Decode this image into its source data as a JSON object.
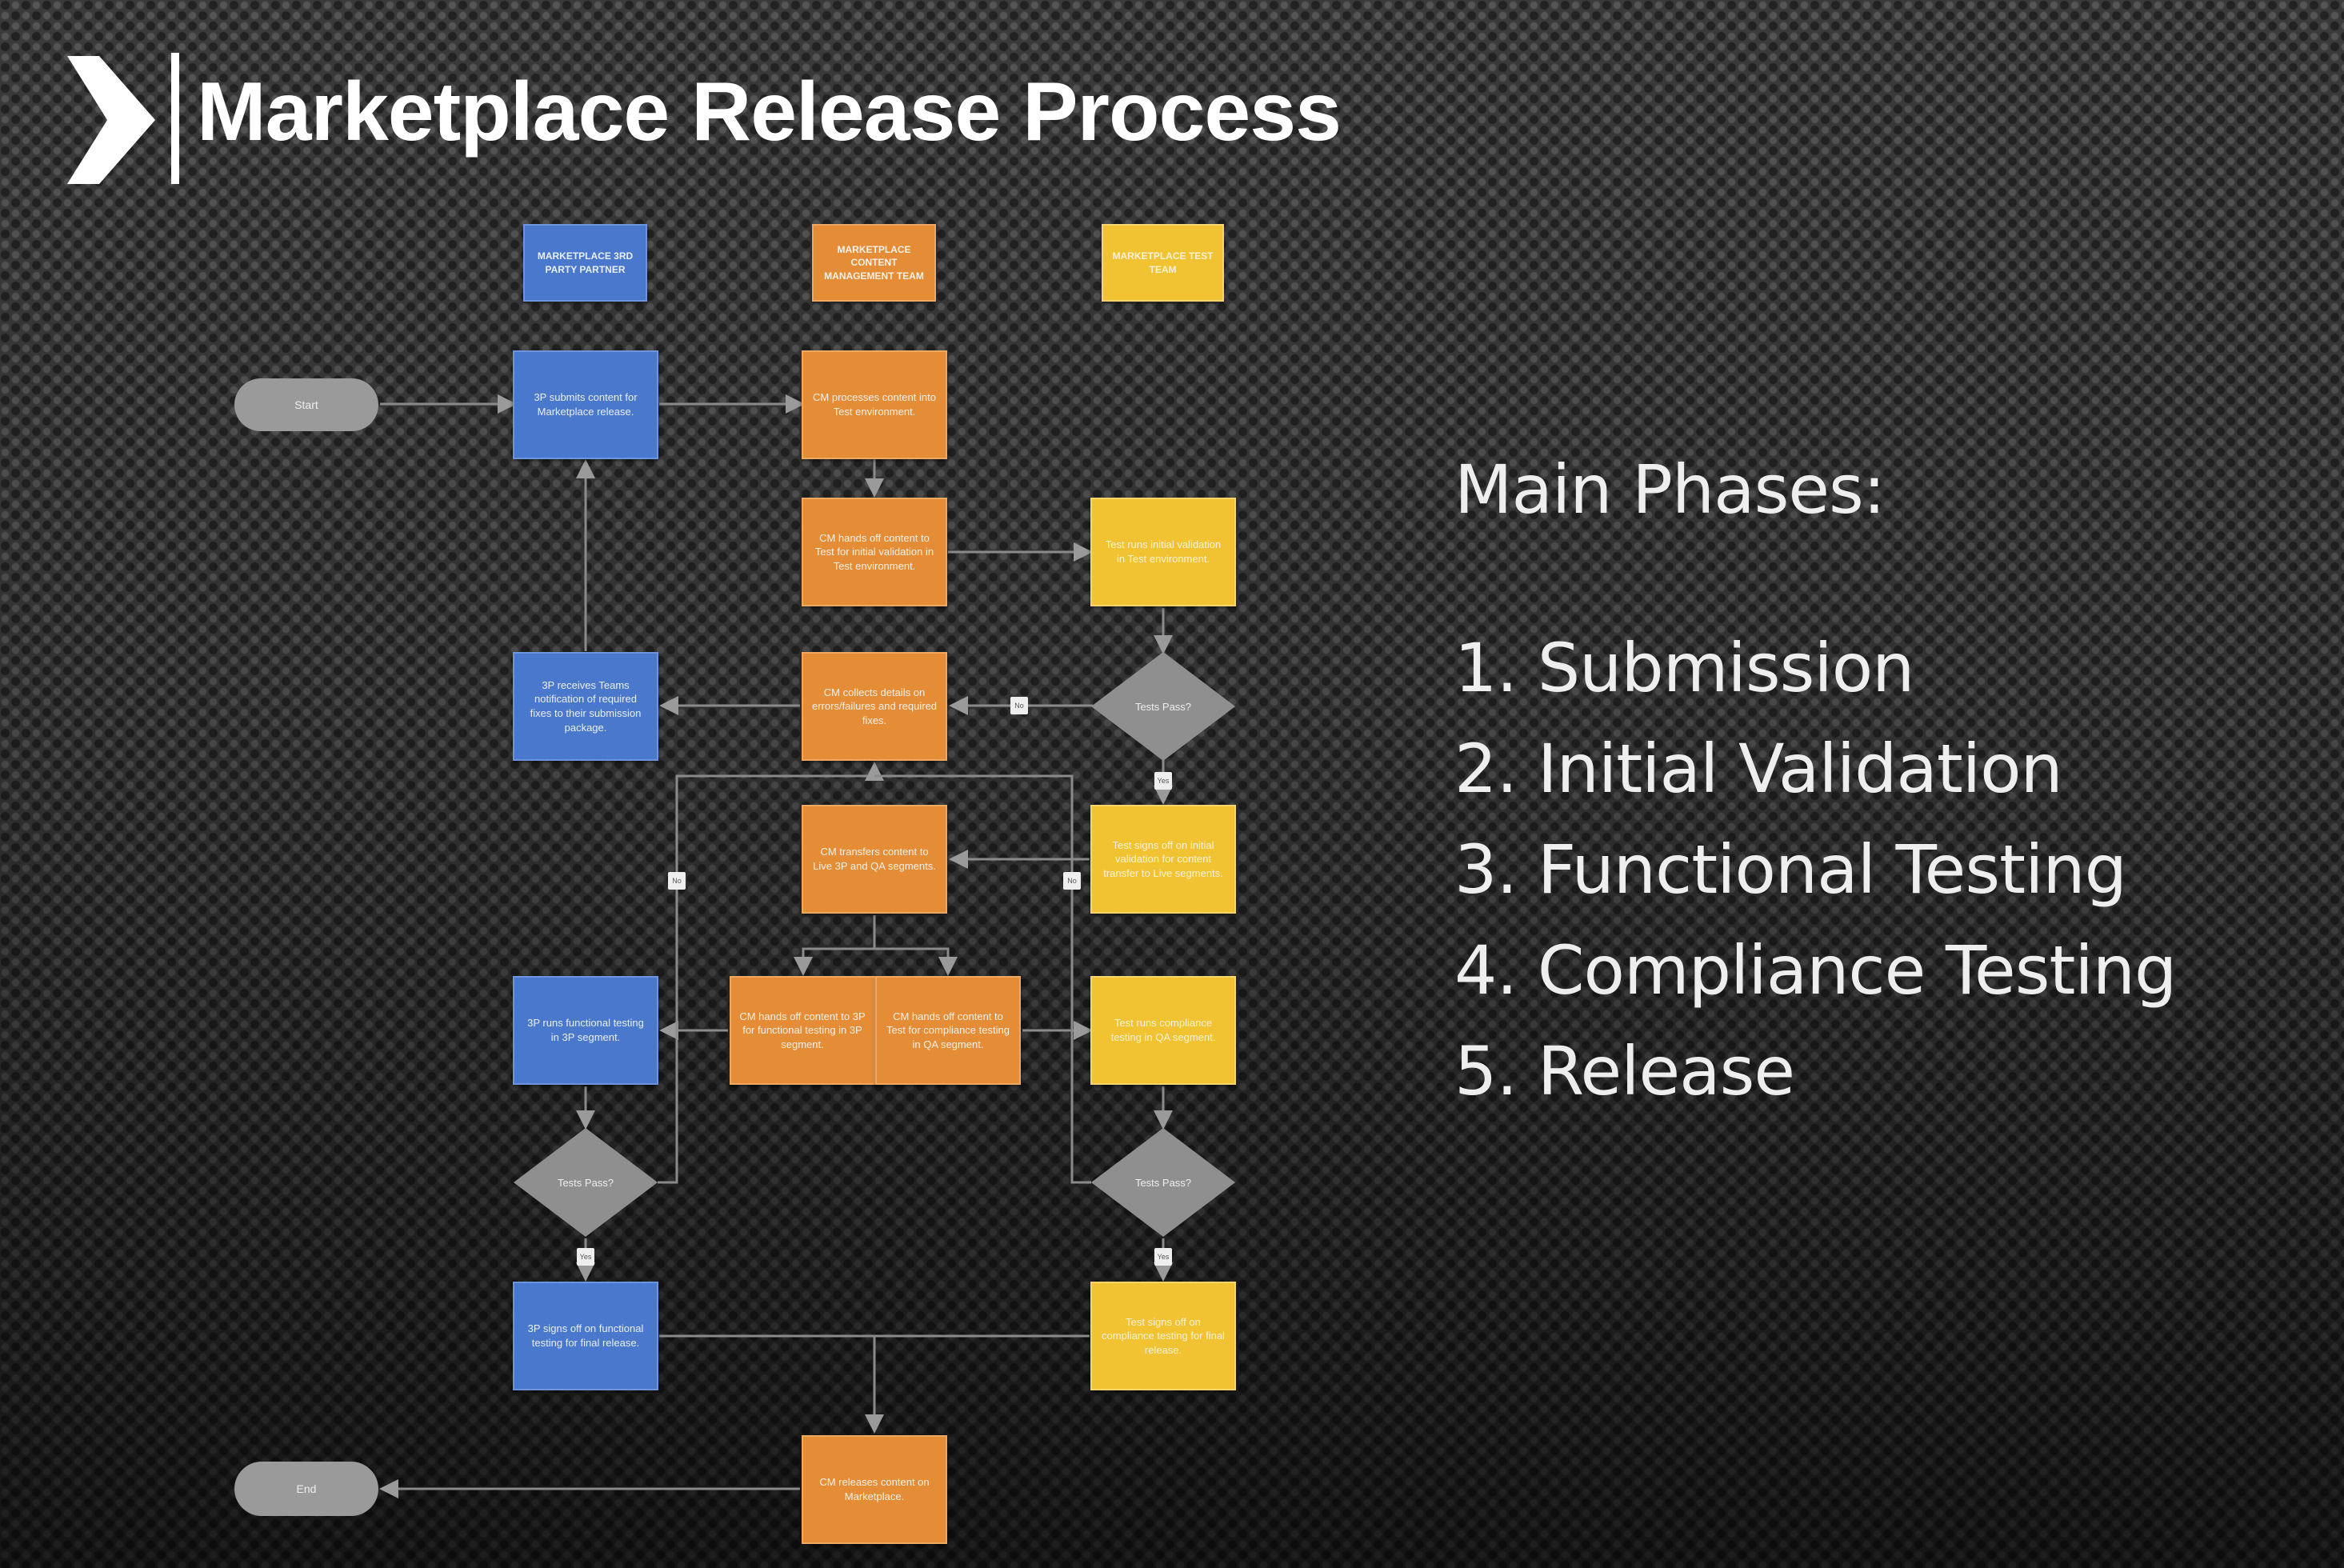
{
  "slide": {
    "title": "Marketplace Release Process",
    "logo_icon": "chevron-right-icon"
  },
  "diagram": {
    "lanes": [
      {
        "label": "MARKETPLACE 3rd PARTY PARTNER",
        "color": "#4a78cc"
      },
      {
        "label": "MARKETPLACE CONTENT MANAGEMENT TEAM",
        "color": "#e58c37"
      },
      {
        "label": "MARKETPLACE TEST TEAM",
        "color": "#f1c232"
      }
    ],
    "start": "Start",
    "end": "End",
    "steps": {
      "p_submit": "3P submits content for Marketplace release.",
      "cm_process": "CM processes content into Test environment.",
      "cm_handoff_test": "CM hands off content to Test for initial validation in Test environment.",
      "test_initial": "Test runs initial validation in Test environment.",
      "p_receive": "3P receives Teams notification of required fixes to their submission package.",
      "cm_collect": "CM collects details on errors/failures and required fixes.",
      "cm_transfer": "CM transfers content to Live 3P and QA segments.",
      "test_signoff_initial": "Test signs off on initial validation for content transfer to Live segments.",
      "p_functional": "3P runs functional testing in 3P segment.",
      "cm_handoff_3p": "CM hands off content to 3P for functional testing in 3P segment.",
      "cm_handoff_qa": "CM hands off content to Test for compliance testing in QA segment.",
      "test_compliance": "Test runs compliance testing in QA segment.",
      "p_signoff": "3P signs off on functional testing for final release.",
      "test_signoff_final": "Test signs off on compliance testing for final release.",
      "cm_release": "CM releases content on Marketplace."
    },
    "decision_label": "Tests Pass?",
    "yes_label": "Yes",
    "no_label": "No"
  },
  "phases": {
    "heading": "Main Phases:",
    "items": [
      "1. Submission",
      "2. Initial Validation",
      "3. Functional Testing",
      "4. Compliance Testing",
      "5. Release"
    ]
  }
}
